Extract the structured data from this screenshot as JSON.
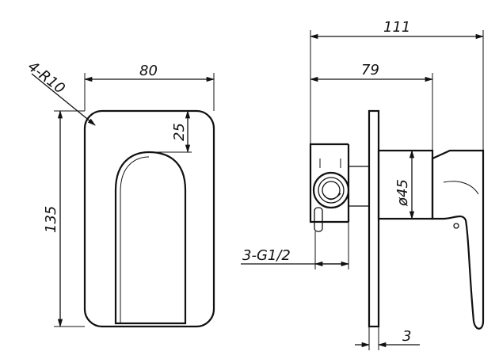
{
  "drawing": {
    "labels": {
      "radius": "4-R10",
      "width_front": "80",
      "inset_top": "25",
      "height_front": "135",
      "total_depth": "111",
      "body_depth": "79",
      "diameter": "ø45",
      "thread": "3-G1/2",
      "plate_thickness": "3"
    }
  }
}
